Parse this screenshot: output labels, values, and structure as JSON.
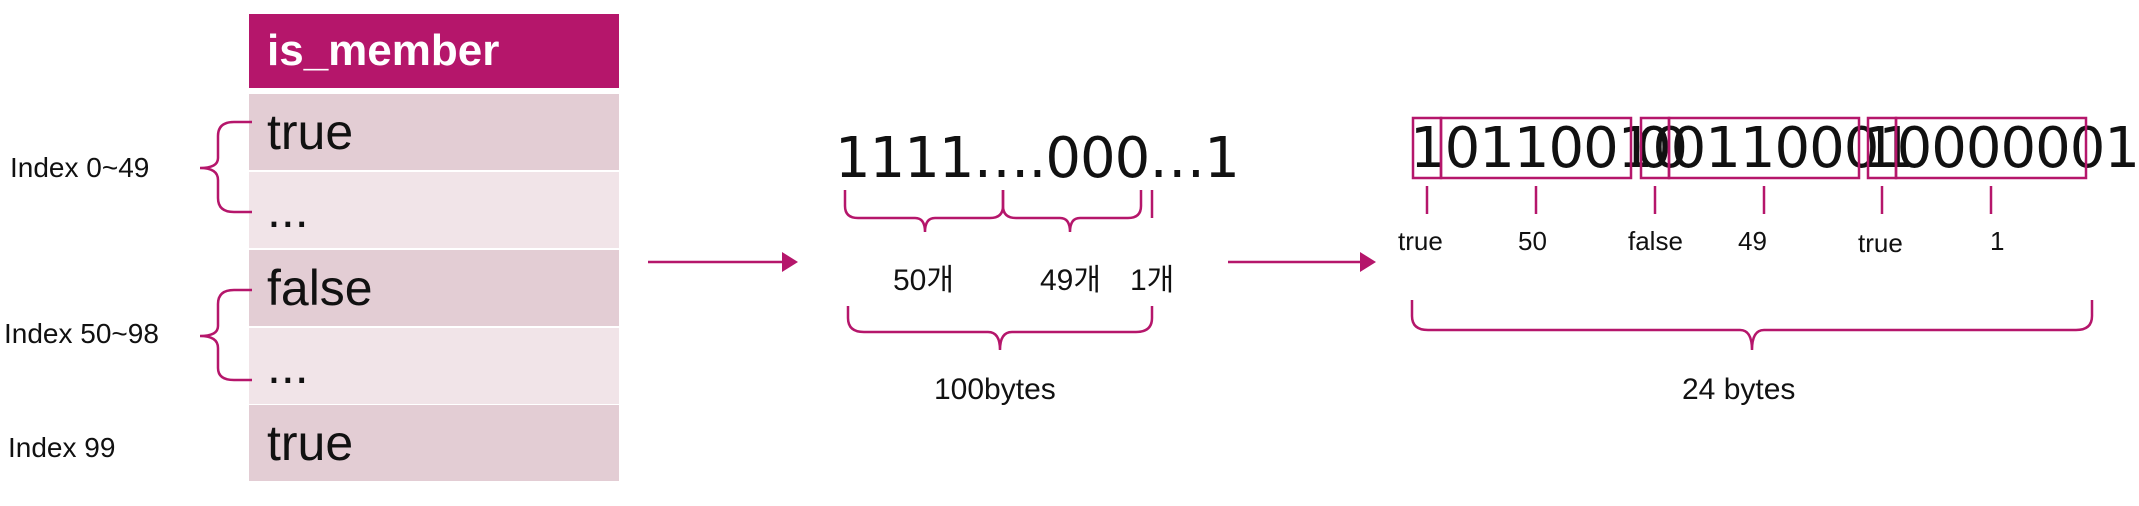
{
  "table": {
    "header": "is_member",
    "rows": [
      "true",
      "...",
      "false",
      "...",
      "true"
    ]
  },
  "index_labels": {
    "first": "Index 0~49",
    "second": "Index 50~98",
    "third": "Index 99"
  },
  "byte_repr": {
    "bits": "1111….000…1",
    "groups": [
      "50개",
      "49개",
      "1개"
    ],
    "total": "100bytes"
  },
  "bit_repr": {
    "bytes": [
      "10110010",
      "00110001",
      "10000001"
    ],
    "labels": [
      "true",
      "50",
      "false",
      "49",
      "true",
      "1"
    ],
    "total": "24 bytes"
  },
  "colors": {
    "accent": "#b5166b",
    "row_dark": "#e3cdd4",
    "row_light": "#f1e4e8"
  }
}
